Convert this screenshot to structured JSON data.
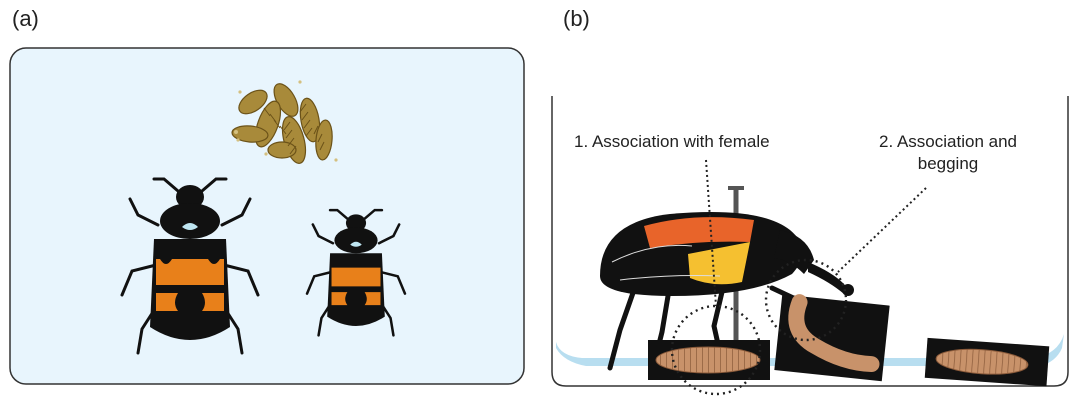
{
  "panels": {
    "a": {
      "label": "(a)"
    },
    "b": {
      "label": "(b)",
      "annotation_1": "1. Association with female",
      "annotation_2_line1": "2. Association and",
      "annotation_2_line2": "begging"
    }
  },
  "colors": {
    "panel_a_background": "#e8f5fd",
    "beetle_body": "#111111",
    "beetle_orange": "#e8801a",
    "beetle_red_orange": "#e8642a",
    "beetle_yellow": "#f5c030",
    "larva_tan": "#c8926a",
    "larva_brown": "#8b6a2a",
    "water": "#b8def0"
  }
}
